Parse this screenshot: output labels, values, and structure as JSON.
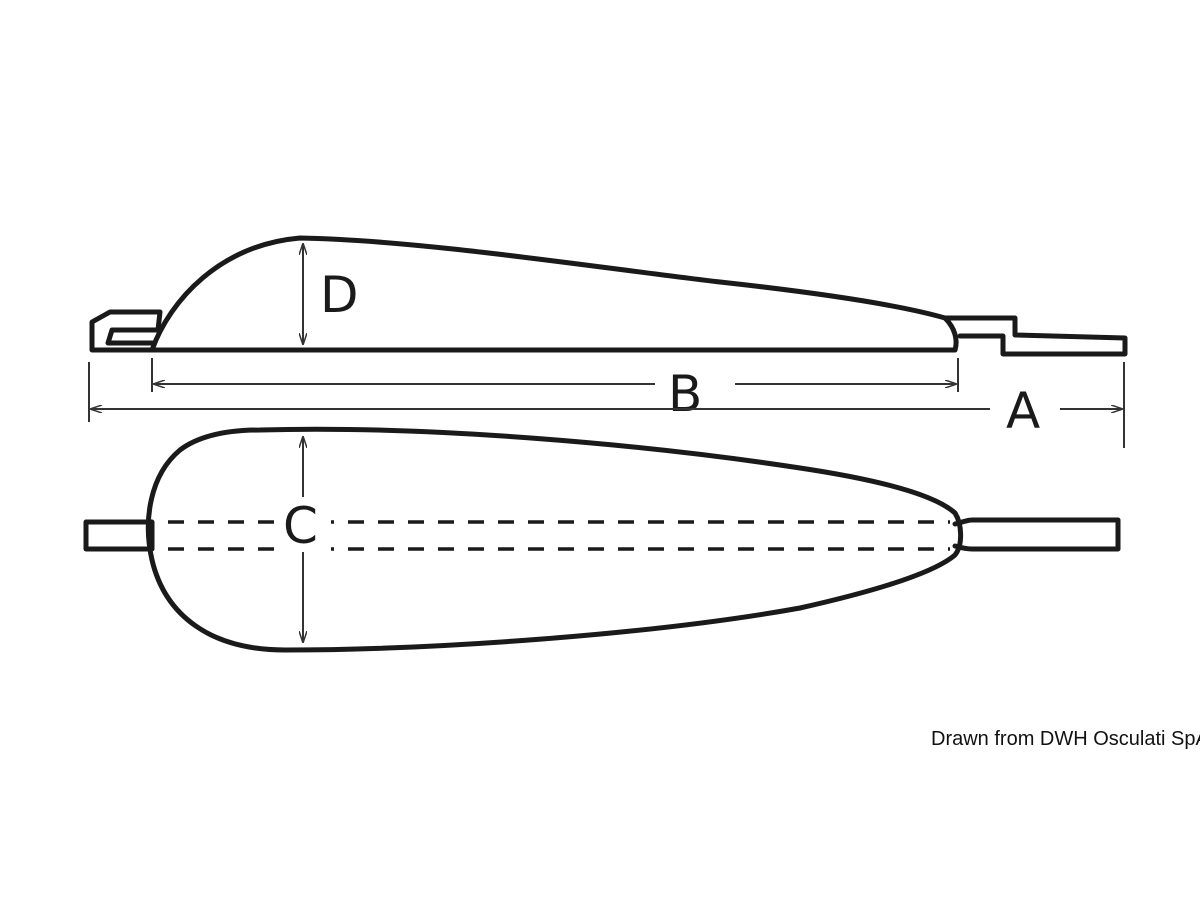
{
  "dimensions": {
    "a": "A",
    "b": "B",
    "c": "C",
    "d": "D"
  },
  "credit": "Drawn from DWH Osculati SpA"
}
